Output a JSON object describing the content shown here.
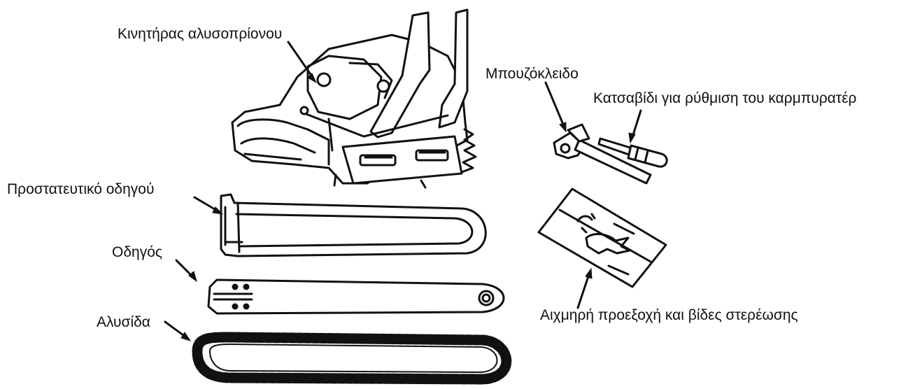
{
  "title": "",
  "parts": {
    "engine": "Κινητήρας αλυσοπρίονου",
    "guide_cover": "Προστατευτικό οδηγού",
    "guide_bar": "Οδηγός",
    "chain": "Αλυσίδα",
    "spark_wrench": "Μπουζόκλειδο",
    "screwdriver": "Κατσαβίδι για ρύθμιση του καρμπυρατέρ",
    "spike_bumper": "Αιχμηρή προεξοχή και βίδες στερέωσης"
  }
}
